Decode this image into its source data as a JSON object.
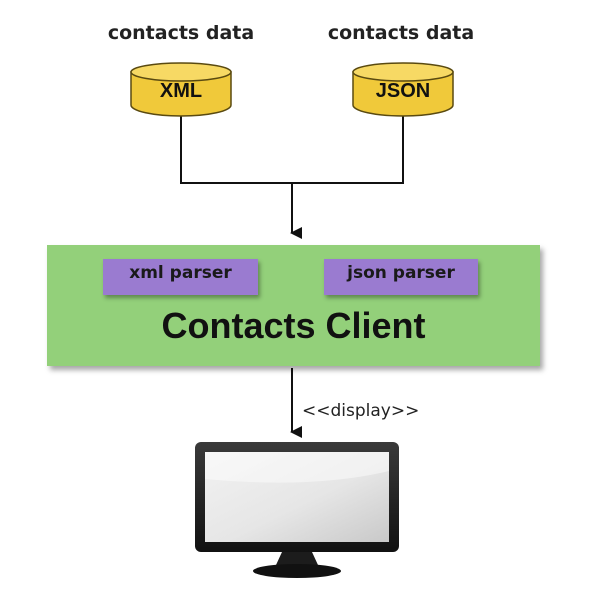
{
  "sources": [
    {
      "title": "contacts data",
      "format": "XML"
    },
    {
      "title": "contacts data",
      "format": "JSON"
    }
  ],
  "client": {
    "title": "Contacts Client",
    "parsers": [
      "xml parser",
      "json parser"
    ]
  },
  "connector": {
    "display_label": "<<display>>"
  },
  "colors": {
    "cylinder": "#f0c93a",
    "client_box": "#93d07a",
    "parser": "#9a7bd0",
    "monitor_frame": "#222222"
  },
  "icons": {
    "data_store": "database-cylinder-icon",
    "display": "monitor-icon"
  }
}
